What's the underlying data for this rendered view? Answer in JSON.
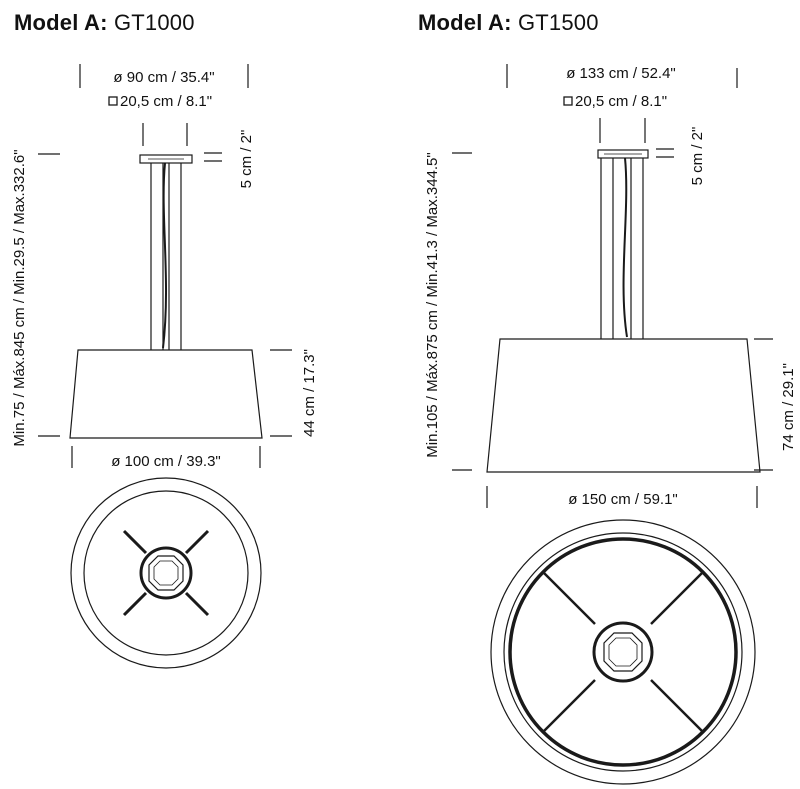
{
  "models": [
    {
      "heading": "Model A:",
      "name": "GT1000",
      "canopy_diameter": "ø 90 cm / 35.4\"",
      "canopy_base": "20,5 cm / 8.1\"",
      "canopy_height": "5 cm / 2\"",
      "total_height": "Min.75 / Máx.845 cm / Min.29.5 / Max.332.6\"",
      "shade_height": "44 cm / 17.3\"",
      "shade_diameter": "ø 100 cm / 39.3\""
    },
    {
      "heading": "Model A:",
      "name": "GT1500",
      "canopy_diameter": "ø 133 cm / 52.4\"",
      "canopy_base": "20,5 cm / 8.1\"",
      "canopy_height": "5 cm / 2\"",
      "total_height": "Min.105 / Máx.875 cm / Min.41.3 / Max.344.5\"",
      "shade_height": "74 cm / 29.1\"",
      "shade_diameter": "ø 150 cm / 59.1\""
    }
  ],
  "colors": {
    "line": "#1a1a1a",
    "text": "#111111",
    "background": "#ffffff"
  }
}
